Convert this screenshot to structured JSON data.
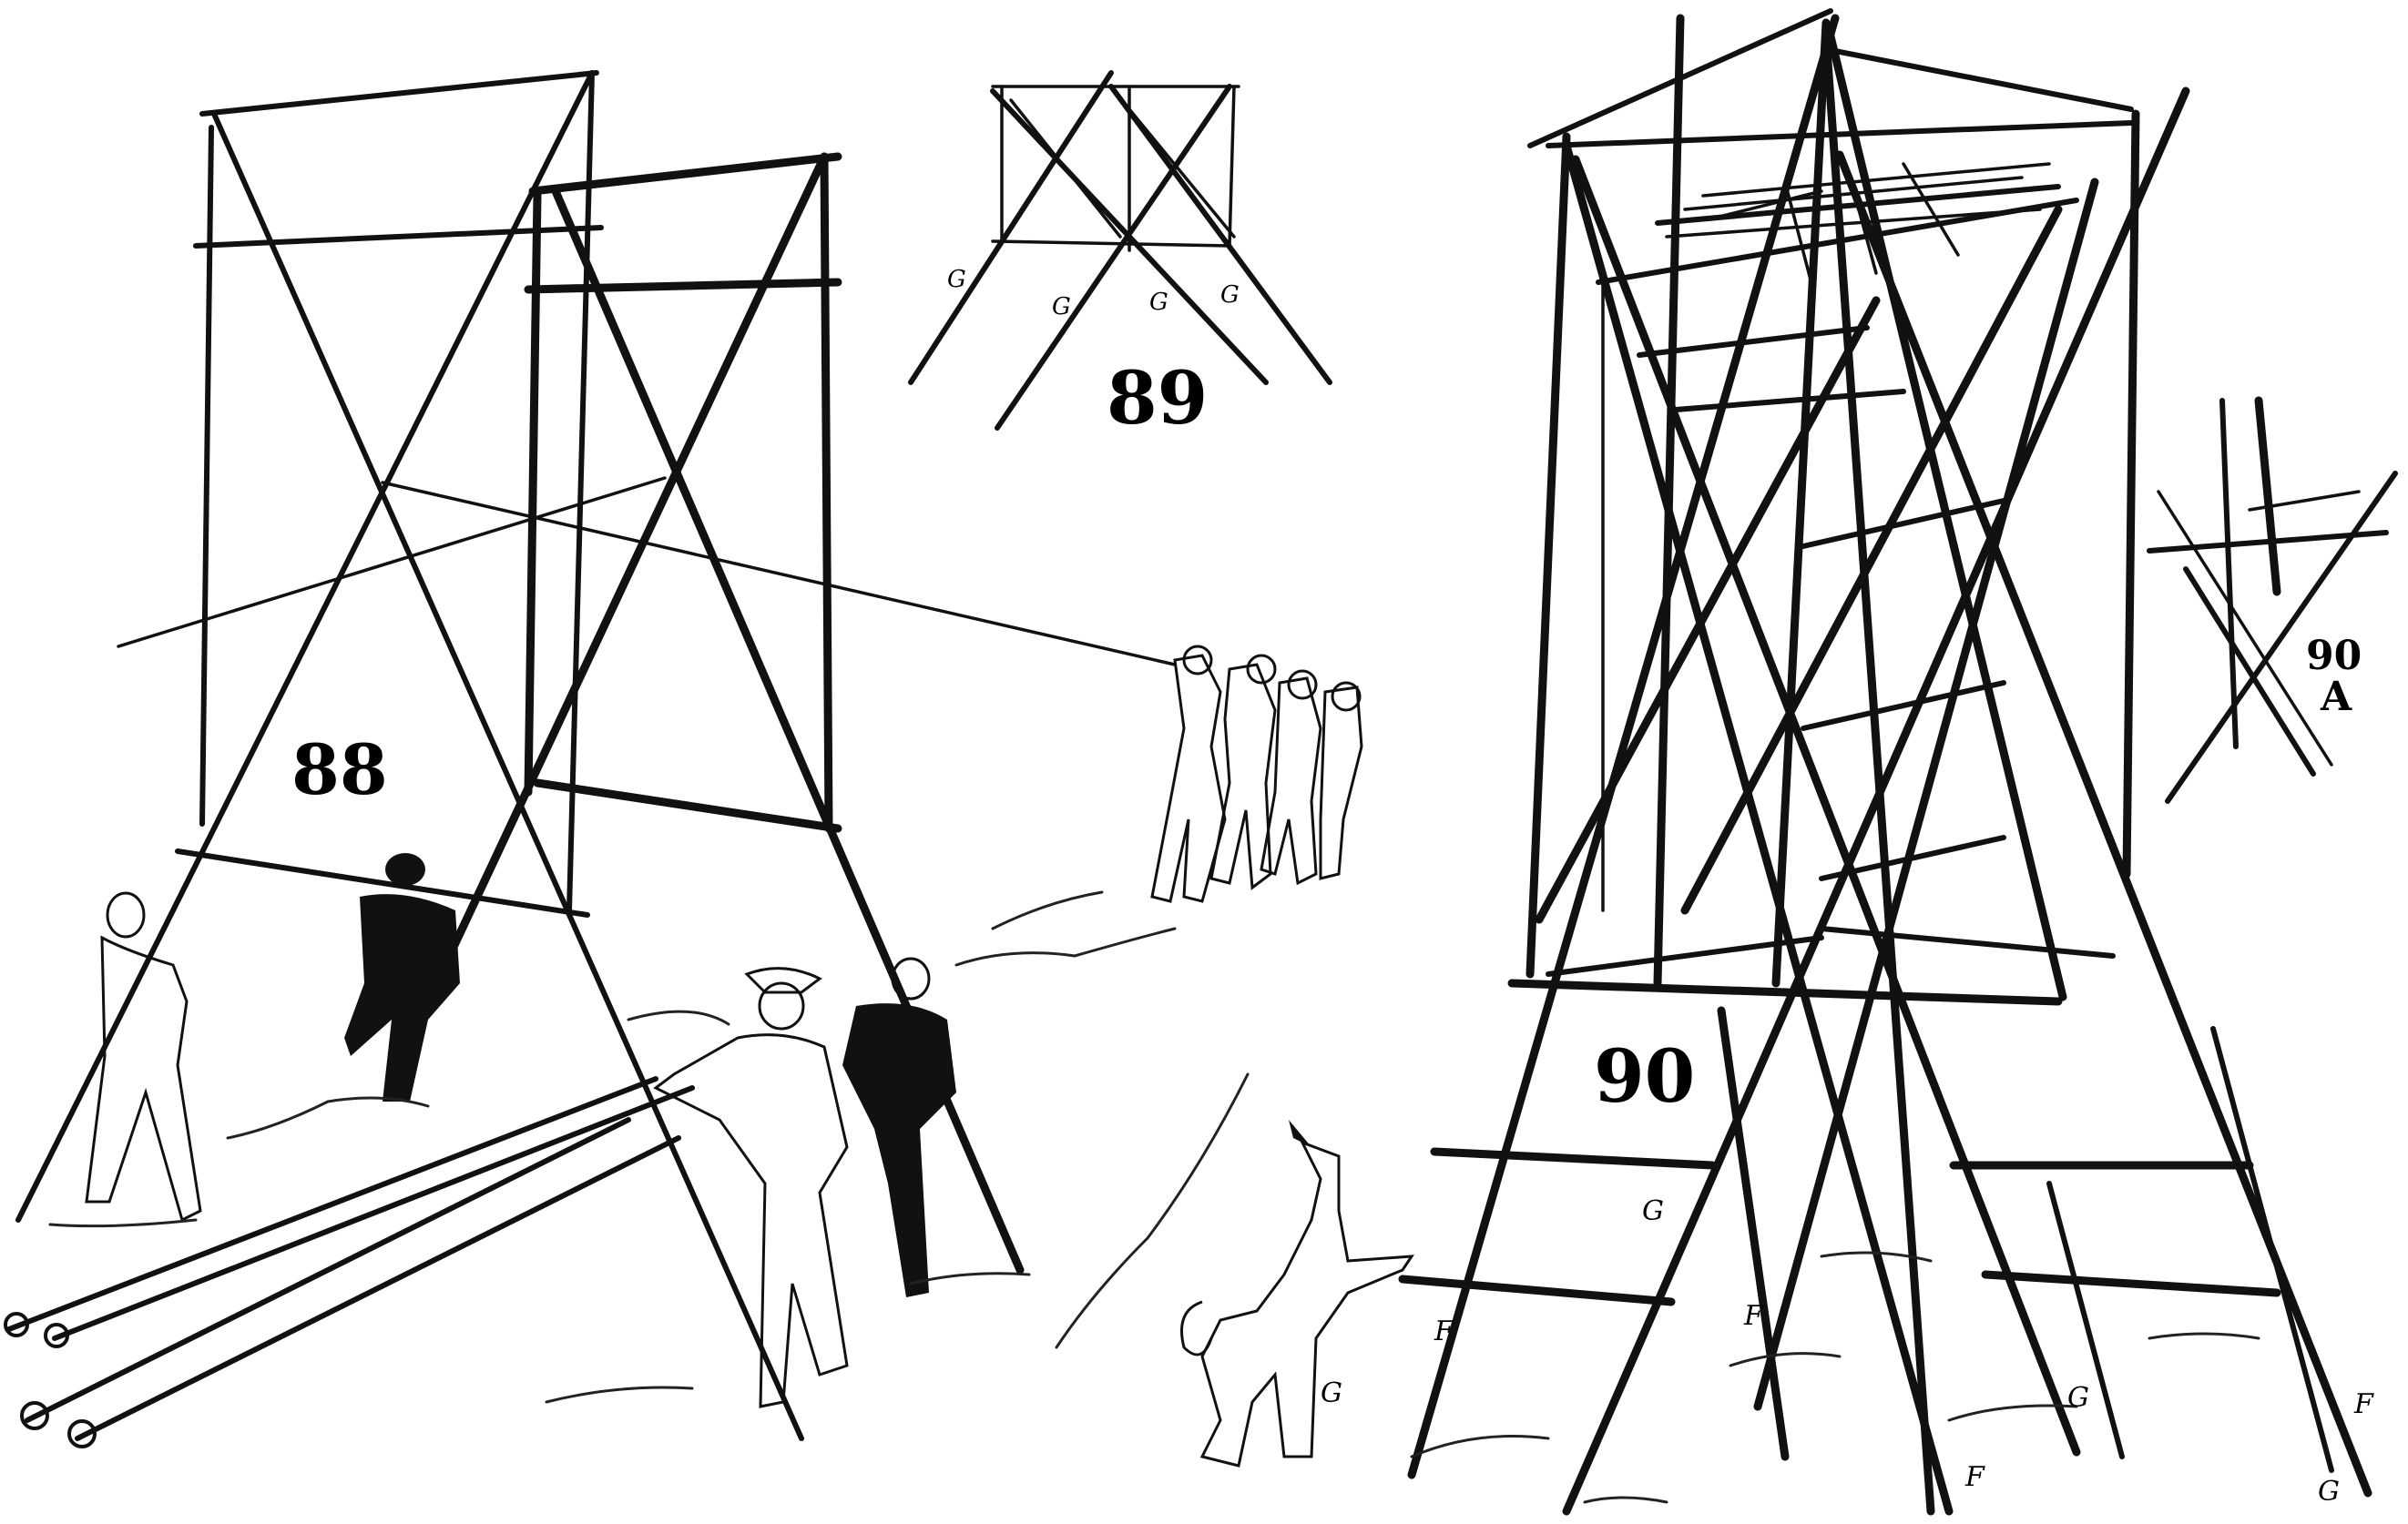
{
  "figures": {
    "fig88": {
      "label": "88"
    },
    "fig89": {
      "label": "89",
      "letters": [
        "G",
        "G",
        "G",
        "G"
      ]
    },
    "fig90": {
      "label": "90",
      "letters": [
        "G",
        "F",
        "F",
        "G",
        "F",
        "G",
        "F",
        "G"
      ]
    },
    "fig90a": {
      "label_top": "90",
      "label_bottom": "A"
    }
  }
}
